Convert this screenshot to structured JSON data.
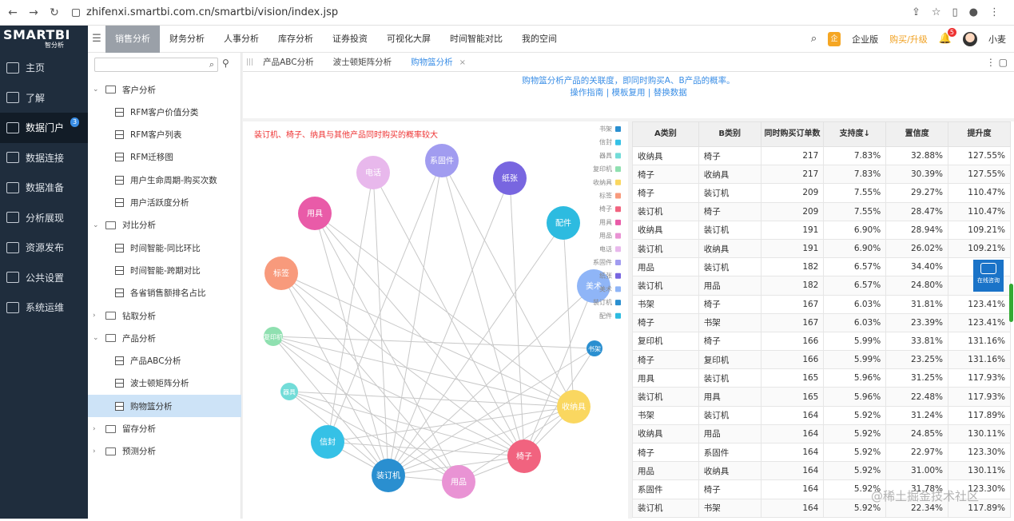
{
  "browser": {
    "url": "zhifenxi.smartbi.com.cn/smartbi/vision/index.jsp"
  },
  "logo": {
    "text": "SMARTBI",
    "sub": "智分析"
  },
  "top_tabs": [
    "销售分析",
    "财务分析",
    "人事分析",
    "库存分析",
    "证券投资",
    "可视化大屏",
    "时间智能对比",
    "我的空间"
  ],
  "top_right": {
    "edition": "企业版",
    "buy": "购买/升级",
    "bell_count": "5",
    "user": "小麦"
  },
  "sidebar": [
    {
      "label": "主页"
    },
    {
      "label": "了解"
    },
    {
      "label": "数据门户",
      "badge": "3"
    },
    {
      "label": "数据连接"
    },
    {
      "label": "数据准备"
    },
    {
      "label": "分析展现"
    },
    {
      "label": "资源发布"
    },
    {
      "label": "公共设置"
    },
    {
      "label": "系统运维"
    }
  ],
  "tree": [
    {
      "type": "folder",
      "label": "客户分析",
      "open": true
    },
    {
      "type": "report",
      "label": "RFM客户价值分类"
    },
    {
      "type": "report",
      "label": "RFM客户列表"
    },
    {
      "type": "report",
      "label": "RFM迁移图"
    },
    {
      "type": "report",
      "label": "用户生命周期-购买次数"
    },
    {
      "type": "report",
      "label": "用户活跃度分析"
    },
    {
      "type": "folder",
      "label": "对比分析",
      "open": true
    },
    {
      "type": "report",
      "label": "时间智能-同比环比"
    },
    {
      "type": "report",
      "label": "时间智能-跨期对比"
    },
    {
      "type": "report",
      "label": "各省销售额排名占比"
    },
    {
      "type": "folder",
      "label": "钻取分析",
      "open": false
    },
    {
      "type": "folder",
      "label": "产品分析",
      "open": true
    },
    {
      "type": "report",
      "label": "产品ABC分析"
    },
    {
      "type": "report",
      "label": "波士顿矩阵分析"
    },
    {
      "type": "report",
      "label": "购物篮分析",
      "selected": true
    },
    {
      "type": "folder",
      "label": "留存分析",
      "open": false
    },
    {
      "type": "folder",
      "label": "预测分析",
      "open": false
    }
  ],
  "work_tabs": [
    {
      "label": "产品ABC分析"
    },
    {
      "label": "波士顿矩阵分析"
    },
    {
      "label": "购物篮分析",
      "active": true
    }
  ],
  "description": {
    "line1": "购物篮分析产品的关联度，即同时购买A、B产品的概率。",
    "line2": "操作指南 | 模板复用 | 替换数据"
  },
  "chart_title": "装订机、椅子、纳具与其他产品同时购买的概率较大",
  "network": {
    "nodes": [
      {
        "name": "电话",
        "color": "#e8b8ec"
      },
      {
        "name": "系固件",
        "color": "#a19cf0"
      },
      {
        "name": "纸张",
        "color": "#7866e0"
      },
      {
        "name": "配件",
        "color": "#2dbbe0"
      },
      {
        "name": "美术",
        "color": "#8fb5f7"
      },
      {
        "name": "书架",
        "color": "#2a8fd0"
      },
      {
        "name": "收纳具",
        "color": "#fad760"
      },
      {
        "name": "椅子",
        "color": "#f1637f"
      },
      {
        "name": "用品",
        "color": "#e993d4"
      },
      {
        "name": "装订机",
        "color": "#2a8fd0"
      },
      {
        "name": "信封",
        "color": "#35c1e6"
      },
      {
        "name": "器具",
        "color": "#72dcd8"
      },
      {
        "name": "复印机",
        "color": "#8fe0b0"
      },
      {
        "name": "标签",
        "color": "#f89a7c"
      },
      {
        "name": "用具",
        "color": "#e95ba8"
      }
    ],
    "legend": [
      {
        "name": "书架",
        "color": "#2a8fd0"
      },
      {
        "name": "信封",
        "color": "#35c1e6"
      },
      {
        "name": "器具",
        "color": "#72dcd8"
      },
      {
        "name": "复印机",
        "color": "#8fe0b0"
      },
      {
        "name": "收纳具",
        "color": "#fad760"
      },
      {
        "name": "标签",
        "color": "#f89a7c"
      },
      {
        "name": "椅子",
        "color": "#f1637f"
      },
      {
        "name": "用具",
        "color": "#e95ba8"
      },
      {
        "name": "用品",
        "color": "#e993d4"
      },
      {
        "name": "电话",
        "color": "#e8b8ec"
      },
      {
        "name": "系固件",
        "color": "#a19cf0"
      },
      {
        "name": "纸张",
        "color": "#7866e0"
      },
      {
        "name": "美术",
        "color": "#8fb5f7"
      },
      {
        "name": "装订机",
        "color": "#2a8fd0"
      },
      {
        "name": "配件",
        "color": "#2dbbe0"
      }
    ],
    "edges": [
      [
        "装订机",
        "电话"
      ],
      [
        "装订机",
        "系固件"
      ],
      [
        "装订机",
        "纸张"
      ],
      [
        "装订机",
        "配件"
      ],
      [
        "装订机",
        "美术"
      ],
      [
        "装订机",
        "标签"
      ],
      [
        "装订机",
        "用具"
      ],
      [
        "装订机",
        "复印机"
      ],
      [
        "装订机",
        "器具"
      ],
      [
        "装订机",
        "信封"
      ],
      [
        "装订机",
        "椅子"
      ],
      [
        "装订机",
        "收纳具"
      ],
      [
        "装订机",
        "用品"
      ],
      [
        "装订机",
        "书架"
      ],
      [
        "椅子",
        "电话"
      ],
      [
        "椅子",
        "系固件"
      ],
      [
        "椅子",
        "纸张"
      ],
      [
        "椅子",
        "用具"
      ],
      [
        "椅子",
        "标签"
      ],
      [
        "椅子",
        "复印机"
      ],
      [
        "椅子",
        "信封"
      ],
      [
        "椅子",
        "器具"
      ],
      [
        "椅子",
        "收纳具"
      ],
      [
        "椅子",
        "书架"
      ],
      [
        "椅子",
        "用品"
      ],
      [
        "椅子",
        "美术"
      ],
      [
        "收纳具",
        "用具"
      ],
      [
        "收纳具",
        "标签"
      ],
      [
        "收纳具",
        "复印机"
      ],
      [
        "收纳具",
        "信封"
      ],
      [
        "收纳具",
        "用品"
      ],
      [
        "收纳具",
        "系固件"
      ],
      [
        "收纳具",
        "器具"
      ],
      [
        "收纳具",
        "配件"
      ],
      [
        "用品",
        "用具"
      ],
      [
        "用品",
        "复印机"
      ],
      [
        "用品",
        "标签"
      ],
      [
        "用品",
        "器具"
      ],
      [
        "信封",
        "系固件"
      ],
      [
        "信封",
        "电话"
      ],
      [
        "书架",
        "复印机"
      ]
    ]
  },
  "table": {
    "headers": [
      "A类别",
      "B类别",
      "同时购买订单数",
      "支持度↓",
      "置信度",
      "提升度"
    ],
    "rows": [
      [
        "收纳具",
        "椅子",
        "217",
        "7.83%",
        "32.88%",
        "127.55%"
      ],
      [
        "椅子",
        "收纳具",
        "217",
        "7.83%",
        "30.39%",
        "127.55%"
      ],
      [
        "椅子",
        "装订机",
        "209",
        "7.55%",
        "29.27%",
        "110.47%"
      ],
      [
        "装订机",
        "椅子",
        "209",
        "7.55%",
        "28.47%",
        "110.47%"
      ],
      [
        "收纳具",
        "装订机",
        "191",
        "6.90%",
        "28.94%",
        "109.21%"
      ],
      [
        "装订机",
        "收纳具",
        "191",
        "6.90%",
        "26.02%",
        "109.21%"
      ],
      [
        "用品",
        "装订机",
        "182",
        "6.57%",
        "34.40%",
        ""
      ],
      [
        "装订机",
        "用品",
        "182",
        "6.57%",
        "24.80%",
        ""
      ],
      [
        "书架",
        "椅子",
        "167",
        "6.03%",
        "31.81%",
        "123.41%"
      ],
      [
        "椅子",
        "书架",
        "167",
        "6.03%",
        "23.39%",
        "123.41%"
      ],
      [
        "复印机",
        "椅子",
        "166",
        "5.99%",
        "33.81%",
        "131.16%"
      ],
      [
        "椅子",
        "复印机",
        "166",
        "5.99%",
        "23.25%",
        "131.16%"
      ],
      [
        "用具",
        "装订机",
        "165",
        "5.96%",
        "31.25%",
        "117.93%"
      ],
      [
        "装订机",
        "用具",
        "165",
        "5.96%",
        "22.48%",
        "117.93%"
      ],
      [
        "书架",
        "装订机",
        "164",
        "5.92%",
        "31.24%",
        "117.89%"
      ],
      [
        "收纳具",
        "用品",
        "164",
        "5.92%",
        "24.85%",
        "130.11%"
      ],
      [
        "椅子",
        "系固件",
        "164",
        "5.92%",
        "22.97%",
        "123.30%"
      ],
      [
        "用品",
        "收纳具",
        "164",
        "5.92%",
        "31.00%",
        "130.11%"
      ],
      [
        "系固件",
        "椅子",
        "164",
        "5.92%",
        "31.78%",
        "123.30%"
      ],
      [
        "装订机",
        "书架",
        "164",
        "5.92%",
        "22.34%",
        "117.89%"
      ]
    ]
  },
  "chat_button": "在线咨询",
  "watermark": "@稀土掘金技术社区"
}
